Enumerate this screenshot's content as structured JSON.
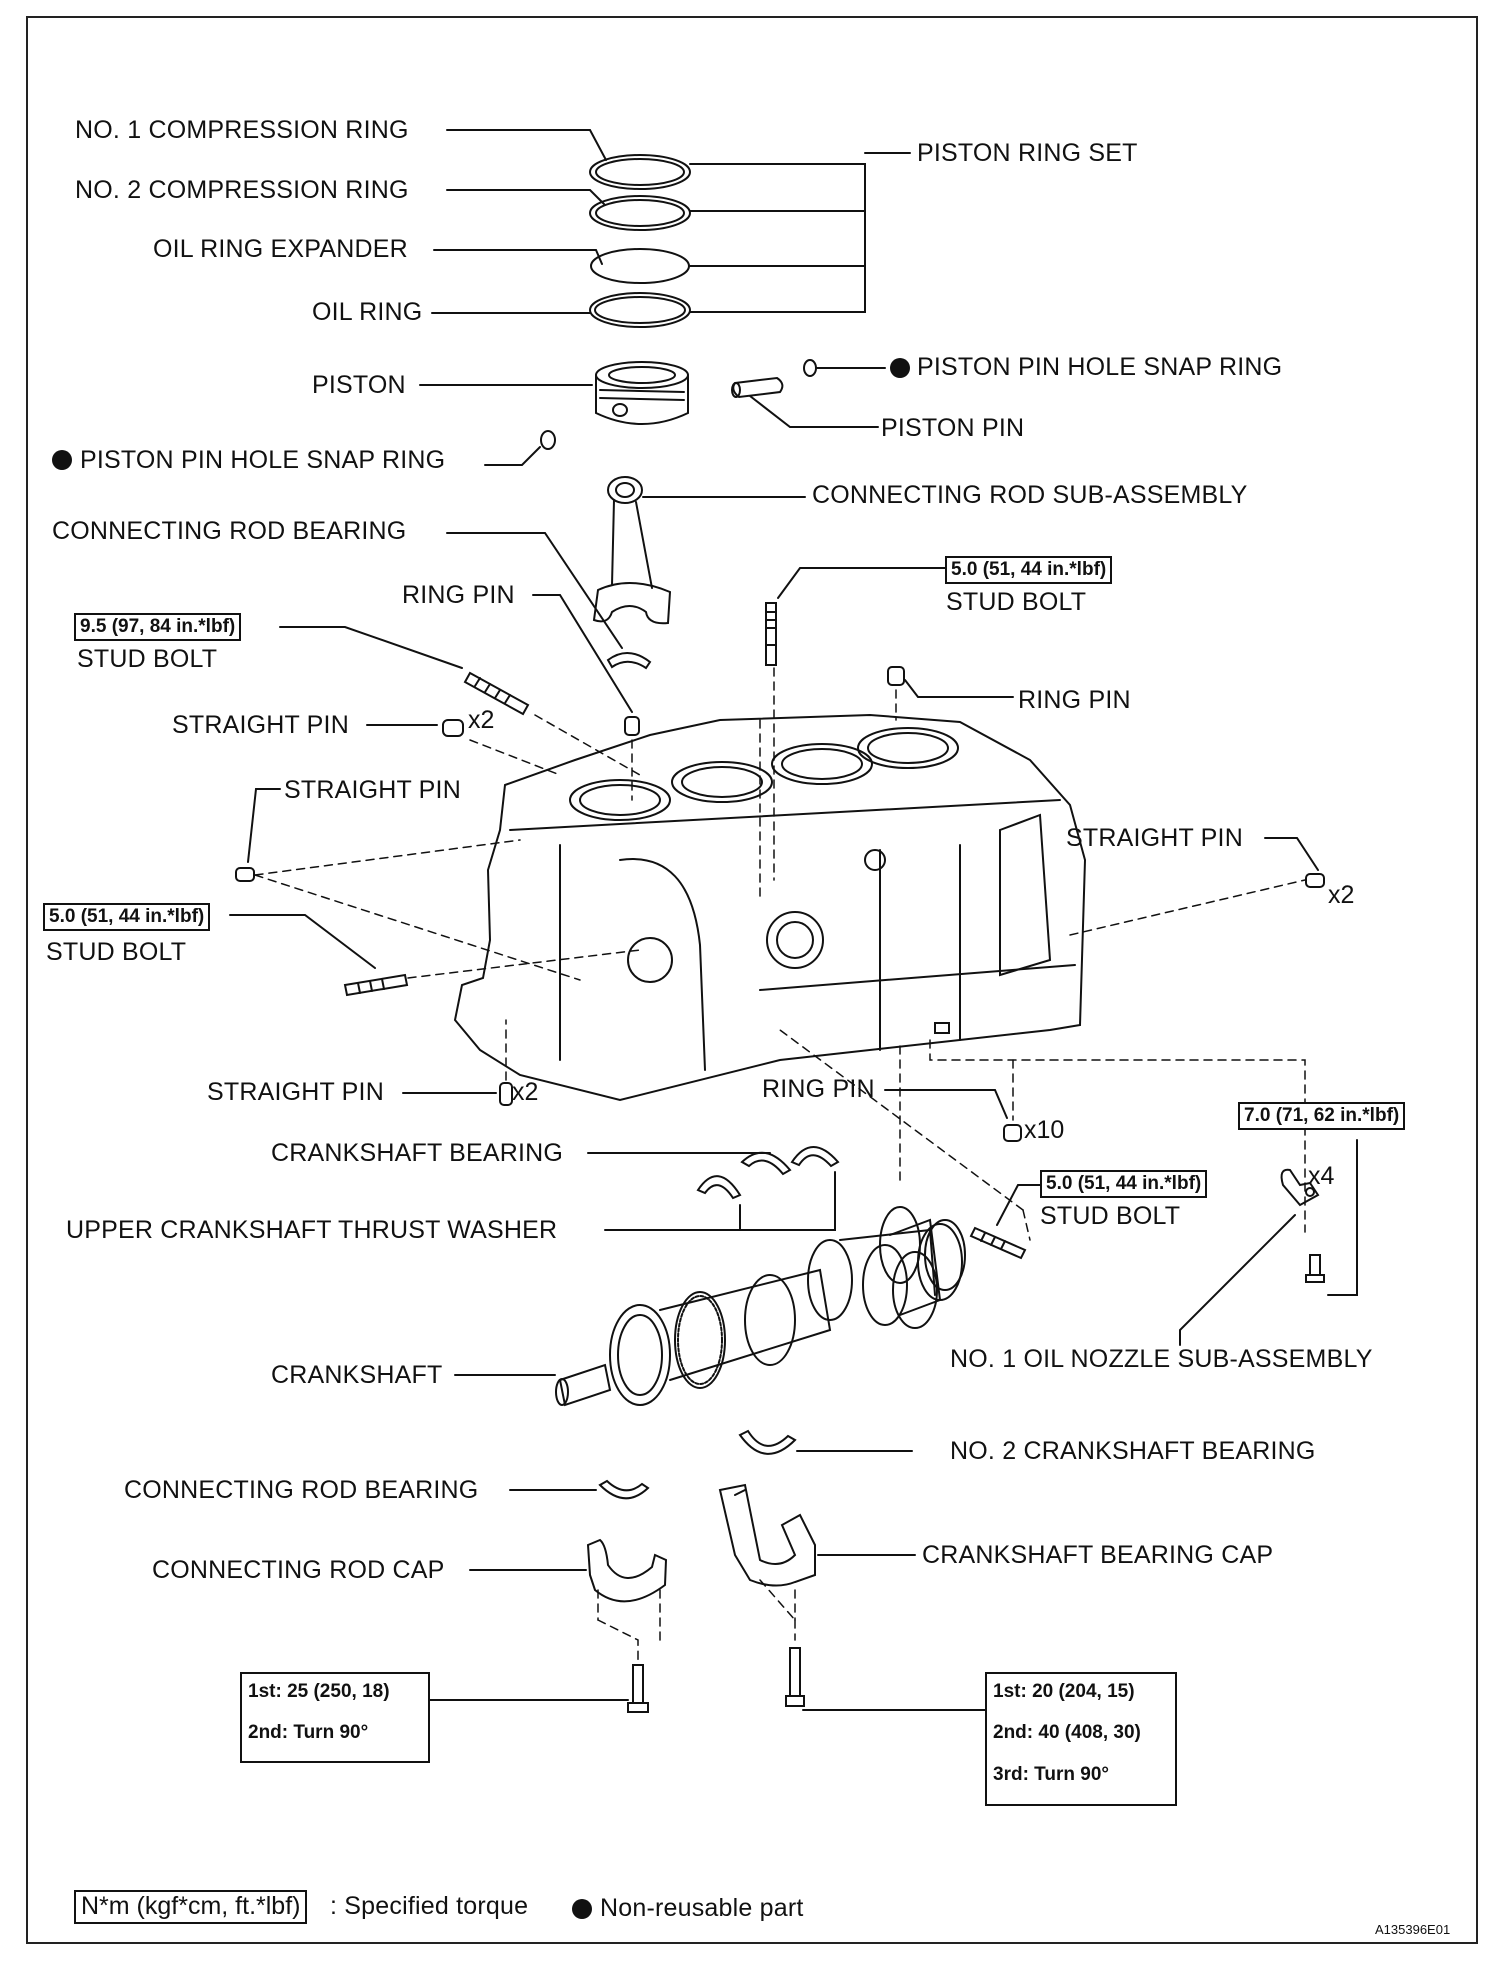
{
  "labels": {
    "no1_compression_ring": "NO. 1 COMPRESSION RING",
    "no2_compression_ring": "NO. 2 COMPRESSION RING",
    "oil_ring_expander": "OIL RING EXPANDER",
    "oil_ring": "OIL RING",
    "piston_ring_set": "PISTON RING SET",
    "piston": "PISTON",
    "snap_ring_right": "PISTON PIN HOLE SNAP RING",
    "piston_pin": "PISTON PIN",
    "snap_ring_left": "PISTON PIN HOLE SNAP RING",
    "connecting_rod_sub_assembly": "CONNECTING ROD SUB-ASSEMBLY",
    "connecting_rod_bearing_upper": "CONNECTING ROD BEARING",
    "ring_pin_left": "RING PIN",
    "stud_bolt_top": "STUD BOLT",
    "stud_bolt_upper_left": "STUD BOLT",
    "ring_pin_right": "RING PIN",
    "straight_pin_upper": "STRAIGHT PIN",
    "straight_pin_left": "STRAIGHT PIN",
    "straight_pin_right": "STRAIGHT PIN",
    "stud_bolt_lower_left": "STUD BOLT",
    "straight_pin_bottom": "STRAIGHT PIN",
    "ring_pin_bottom": "RING PIN",
    "crankshaft_bearing": "CRANKSHAFT BEARING",
    "upper_crankshaft_thrust_washer": "UPPER CRANKSHAFT THRUST WASHER",
    "stud_bolt_lower_right": "STUD BOLT",
    "no1_oil_nozzle_sub_assembly": "NO. 1 OIL NOZZLE SUB-ASSEMBLY",
    "crankshaft": "CRANKSHAFT",
    "no2_crankshaft_bearing": "NO. 2 CRANKSHAFT BEARING",
    "connecting_rod_bearing_lower": "CONNECTING ROD BEARING",
    "crankshaft_bearing_cap": "CRANKSHAFT BEARING CAP",
    "connecting_rod_cap": "CONNECTING ROD CAP"
  },
  "multipliers": {
    "straight_pin_upper": "x2",
    "straight_pin_right": "x2",
    "straight_pin_bottom": "x2",
    "ring_pin_bottom": "x10",
    "oil_nozzle": "x4"
  },
  "torques": {
    "stud_bolt_top": "5.0 (51, 44 in.*lbf)",
    "stud_bolt_upper_left": "9.5 (97, 84 in.*lbf)",
    "stud_bolt_lower_left": "5.0 (51, 44 in.*lbf)",
    "stud_bolt_lower_right": "5.0 (51, 44 in.*lbf)",
    "oil_nozzle": "7.0 (71, 62 in.*lbf)"
  },
  "torque_tables": {
    "connecting_rod_cap_bolt": [
      "1st: 25 (250, 18)",
      "2nd: Turn 90°"
    ],
    "crankshaft_bearing_cap_bolt": [
      "1st: 20 (204, 15)",
      "2nd: 40 (408, 30)",
      "3rd: Turn 90°"
    ]
  },
  "legend": {
    "torque_unit": "N*m (kgf*cm, ft.*lbf)",
    "torque_desc": ": Specified torque",
    "nonreusable_desc": "Non-reusable part"
  },
  "figure_code": "A135396E01",
  "colors": {
    "ink": "#111111",
    "background": "#ffffff"
  }
}
